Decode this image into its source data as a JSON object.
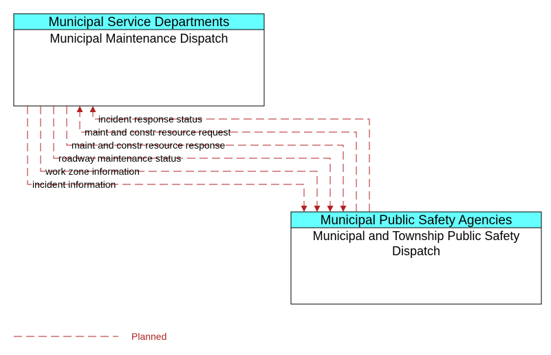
{
  "colors": {
    "header_fill": "#66ffff",
    "flow_line": "#b22222",
    "border": "#000000"
  },
  "nodes": {
    "top": {
      "header": "Municipal Service Departments",
      "title_lines": [
        "Municipal Maintenance Dispatch"
      ]
    },
    "bottom": {
      "header": "Municipal Public Safety Agencies",
      "title_lines": [
        "Municipal and Township Public Safety",
        "Dispatch"
      ]
    }
  },
  "flows": [
    {
      "label": "incident response status",
      "direction": "to-top"
    },
    {
      "label": "maint and constr resource request",
      "direction": "to-top"
    },
    {
      "label": "maint and constr resource response",
      "direction": "to-bottom"
    },
    {
      "label": "roadway maintenance status",
      "direction": "to-bottom"
    },
    {
      "label": "work zone information",
      "direction": "to-bottom"
    },
    {
      "label": "incident information",
      "direction": "to-bottom"
    }
  ],
  "legend": {
    "label": "Planned"
  }
}
